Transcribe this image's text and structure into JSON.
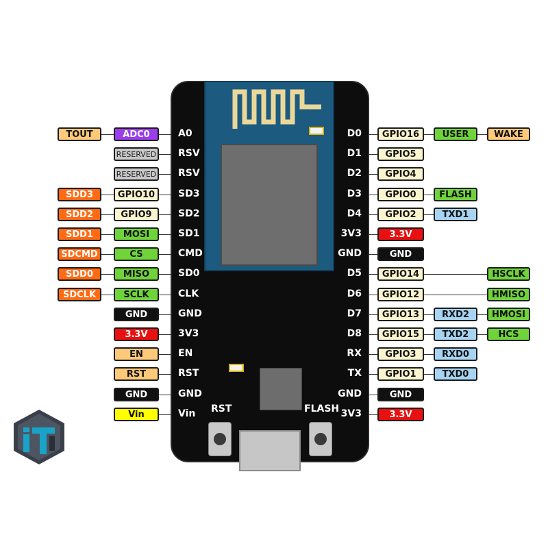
{
  "colors": {
    "orange": "#ff6a13",
    "peach": "#ffc97a",
    "purple": "#9b3dea",
    "gray": "#c8c8c8",
    "cream": "#fbf5cf",
    "green": "#6fd43a",
    "red": "#e81010",
    "black": "#111111",
    "blue": "#a7d4f2",
    "yellow": "#ffff00",
    "board": "#0d0d0d",
    "module": "#1d5a80"
  },
  "left_pins": [
    {
      "pin": "A0",
      "badges": [
        {
          "text": "ADC0",
          "color": "purple"
        },
        {
          "text": "TOUT",
          "color": "peach"
        }
      ]
    },
    {
      "pin": "RSV",
      "badges": [
        {
          "text": "RESERVED",
          "color": "gray"
        }
      ]
    },
    {
      "pin": "RSV",
      "badges": [
        {
          "text": "RESERVED",
          "color": "gray"
        }
      ]
    },
    {
      "pin": "SD3",
      "badges": [
        {
          "text": "GPIO10",
          "color": "cream"
        },
        {
          "text": "SDD3",
          "color": "orange"
        }
      ]
    },
    {
      "pin": "SD2",
      "badges": [
        {
          "text": "GPIO9",
          "color": "cream"
        },
        {
          "text": "SDD2",
          "color": "orange"
        }
      ]
    },
    {
      "pin": "SD1",
      "badges": [
        {
          "text": "MOSI",
          "color": "green"
        },
        {
          "text": "SDD1",
          "color": "orange"
        }
      ]
    },
    {
      "pin": "CMD",
      "badges": [
        {
          "text": "CS",
          "color": "green"
        },
        {
          "text": "SDCMD",
          "color": "orange"
        }
      ]
    },
    {
      "pin": "SD0",
      "badges": [
        {
          "text": "MISO",
          "color": "green"
        },
        {
          "text": "SDD0",
          "color": "orange"
        }
      ]
    },
    {
      "pin": "CLK",
      "badges": [
        {
          "text": "SCLK",
          "color": "green"
        },
        {
          "text": "SDCLK",
          "color": "orange"
        }
      ]
    },
    {
      "pin": "GND",
      "badges": [
        {
          "text": "GND",
          "color": "black"
        }
      ]
    },
    {
      "pin": "3V3",
      "badges": [
        {
          "text": "3.3V",
          "color": "red"
        }
      ]
    },
    {
      "pin": "EN",
      "badges": [
        {
          "text": "EN",
          "color": "peach"
        }
      ]
    },
    {
      "pin": "RST",
      "badges": [
        {
          "text": "RST",
          "color": "peach"
        }
      ]
    },
    {
      "pin": "GND",
      "badges": [
        {
          "text": "GND",
          "color": "black"
        }
      ]
    },
    {
      "pin": "Vin",
      "badges": [
        {
          "text": "Vin",
          "color": "yellow"
        }
      ]
    }
  ],
  "right_pins": [
    {
      "pin": "D0",
      "badges": [
        {
          "text": "GPIO16",
          "color": "cream"
        },
        {
          "text": "USER",
          "color": "green"
        },
        {
          "text": "WAKE",
          "color": "peach"
        }
      ]
    },
    {
      "pin": "D1",
      "badges": [
        {
          "text": "GPIO5",
          "color": "cream"
        }
      ]
    },
    {
      "pin": "D2",
      "badges": [
        {
          "text": "GPIO4",
          "color": "cream"
        }
      ]
    },
    {
      "pin": "D3",
      "badges": [
        {
          "text": "GPIO0",
          "color": "cream"
        },
        {
          "text": "FLASH",
          "color": "green"
        }
      ]
    },
    {
      "pin": "D4",
      "badges": [
        {
          "text": "GPIO2",
          "color": "cream"
        },
        {
          "text": "TXD1",
          "color": "blue"
        }
      ]
    },
    {
      "pin": "3V3",
      "badges": [
        {
          "text": "3.3V",
          "color": "red"
        }
      ]
    },
    {
      "pin": "GND",
      "badges": [
        {
          "text": "GND",
          "color": "black"
        }
      ]
    },
    {
      "pin": "D5",
      "badges": [
        {
          "text": "GPIO14",
          "color": "cream"
        },
        {
          "text": "",
          "color": "none"
        },
        {
          "text": "HSCLK",
          "color": "green"
        }
      ]
    },
    {
      "pin": "D6",
      "badges": [
        {
          "text": "GPIO12",
          "color": "cream"
        },
        {
          "text": "",
          "color": "none"
        },
        {
          "text": "HMISO",
          "color": "green"
        }
      ]
    },
    {
      "pin": "D7",
      "badges": [
        {
          "text": "GPIO13",
          "color": "cream"
        },
        {
          "text": "RXD2",
          "color": "blue"
        },
        {
          "text": "HMOSI",
          "color": "green"
        }
      ]
    },
    {
      "pin": "D8",
      "badges": [
        {
          "text": "GPIO15",
          "color": "cream"
        },
        {
          "text": "TXD2",
          "color": "blue"
        },
        {
          "text": "HCS",
          "color": "green"
        }
      ]
    },
    {
      "pin": "RX",
      "badges": [
        {
          "text": "GPIO3",
          "color": "cream"
        },
        {
          "text": "RXD0",
          "color": "blue"
        }
      ]
    },
    {
      "pin": "TX",
      "badges": [
        {
          "text": "GPIO1",
          "color": "cream"
        },
        {
          "text": "TXD0",
          "color": "blue"
        }
      ]
    },
    {
      "pin": "GND",
      "badges": [
        {
          "text": "GND",
          "color": "black"
        }
      ]
    },
    {
      "pin": "3V3",
      "badges": [
        {
          "text": "3.3V",
          "color": "red"
        }
      ]
    }
  ],
  "board_labels": {
    "rst_button": "RST",
    "flash_button": "FLASH"
  },
  "icons": {
    "antenna": "pcb-antenna-icon",
    "logo": "cube-logo-icon"
  }
}
